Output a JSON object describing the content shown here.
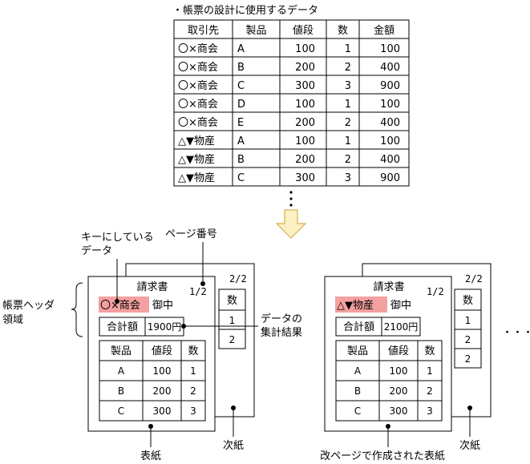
{
  "heading": "・帳票の設計に使用するデータ",
  "table": {
    "headers": [
      "取引先",
      "製品",
      "値段",
      "数",
      "金額"
    ],
    "rows": [
      [
        "〇×商会",
        "A",
        "100",
        "1",
        "100"
      ],
      [
        "〇×商会",
        "B",
        "200",
        "2",
        "400"
      ],
      [
        "〇×商会",
        "C",
        "300",
        "3",
        "900"
      ],
      [
        "〇×商会",
        "D",
        "100",
        "1",
        "100"
      ],
      [
        "〇×商会",
        "E",
        "200",
        "2",
        "400"
      ],
      [
        "△▼物産",
        "A",
        "100",
        "1",
        "100"
      ],
      [
        "△▼物産",
        "B",
        "200",
        "2",
        "400"
      ],
      [
        "△▼物産",
        "C",
        "300",
        "3",
        "900"
      ]
    ]
  },
  "labels": {
    "key_data_line1": "キーにしている",
    "key_data_line2": "データ",
    "page_number": "ページ番号",
    "header_area_line1": "帳票ヘッダ",
    "header_area_line2": "領域",
    "aggregate_line1": "データの",
    "aggregate_line2": "集計結果",
    "cover_sheet": "表紙",
    "next_sheet_left": "次紙",
    "next_sheet_right": "次紙",
    "new_page_cover": "改ページで作成された表紙",
    "ellipsis": "・・・"
  },
  "invoice_left": {
    "title": "請求書",
    "page_front": "1/2",
    "page_back": "2/2",
    "customer": "〇×商会",
    "honorific": "御中",
    "total_label": "合計額",
    "total_value": "1900円",
    "col_product": "製品",
    "col_price": "値段",
    "col_qty": "数",
    "rows": [
      [
        "A",
        "100",
        "1"
      ],
      [
        "B",
        "200",
        "2"
      ],
      [
        "C",
        "300",
        "3"
      ]
    ],
    "back_col_qty": "数",
    "back_rows": [
      "1",
      "2"
    ]
  },
  "invoice_right": {
    "title": "請求書",
    "page_front": "1/2",
    "page_back": "2/2",
    "customer": "△▼物産",
    "honorific": "御中",
    "total_label": "合計額",
    "total_value": "2100円",
    "col_product": "製品",
    "col_price": "値段",
    "col_qty": "数",
    "rows": [
      [
        "A",
        "100",
        "1"
      ],
      [
        "B",
        "200",
        "2"
      ],
      [
        "C",
        "300",
        "3"
      ]
    ],
    "back_col_qty": "数",
    "back_rows": [
      "1",
      "2",
      "2"
    ]
  },
  "colors": {
    "highlight": "#f4a0a0",
    "arrow_fill": "#fbf1c4",
    "arrow_stroke": "#d8b24a"
  }
}
